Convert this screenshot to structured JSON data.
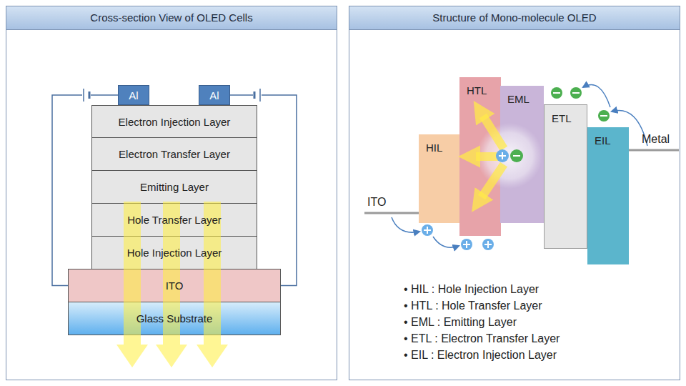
{
  "diagram": {
    "nodes": [
      {
        "text": [
          "Cross-section View of OLED Cells"
        ]
      },
      {
        "text": [
          "Al"
        ],
        "in": 0
      },
      {
        "text": [
          "Al"
        ],
        "in": 0
      },
      {
        "text": [
          "Electron Injection Layer"
        ],
        "in": 0
      },
      {
        "text": [
          "Electron Transfer Layer"
        ],
        "in": 0
      },
      {
        "text": [
          "Emitting Layer"
        ],
        "in": 0
      },
      {
        "text": [
          "Hole Transfer Layer"
        ],
        "in": 0
      },
      {
        "text": [
          "Hole Injection Layer"
        ],
        "in": 0
      },
      {
        "text": [
          "ITO"
        ],
        "in": 0
      },
      {
        "text": [
          "Glass Substrate"
        ],
        "in": 0
      },
      {
        "text": [
          "Structure of Mono-molecule OLED"
        ]
      },
      {
        "text": [
          "HTL"
        ],
        "in": 10
      },
      {
        "text": [
          "EML"
        ],
        "in": 10
      },
      {
        "text": [
          "ETL"
        ],
        "in": 10
      },
      {
        "text": [
          "EIL"
        ],
        "in": 10
      },
      {
        "text": [
          "HIL"
        ],
        "in": 10
      }
    ],
    "edges": [
      {
        "from": 1,
        "to": 8,
        "arrow": "none"
      },
      {
        "from": 2,
        "to": 8,
        "arrow": "none"
      }
    ],
    "labels": [
      "ITO",
      "Metal",
      "• HIL : Hole Injection Layer",
      "• HTL : Hole Transfer Layer",
      "• EML : Emitting Layer",
      "• ETL : Electron Transfer Layer",
      "• EIL : Electron Injection Layer"
    ]
  }
}
